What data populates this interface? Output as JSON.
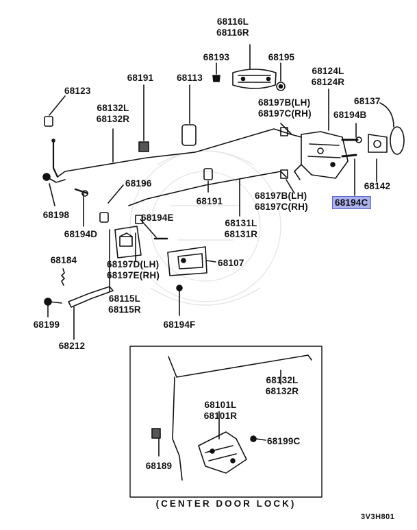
{
  "diagram": {
    "labels": {
      "p68116": "68116L\n68116R",
      "p68193": "68193",
      "p68195": "68195",
      "p68191a": "68191",
      "p68113": "68113",
      "p68124": "68124L\n68124R",
      "p68123": "68123",
      "p68137": "68137",
      "p68197bc_top": "68197B(LH)\n68197C(RH)",
      "p68194b": "68194B",
      "p68132_top": "68132L\n68132R",
      "p68142": "68142",
      "p68196": "68196",
      "p68194c": "68194C",
      "p68191b": "68191",
      "p68197bc_mid": "68197B(LH)\n68197C(RH)",
      "p68198": "68198",
      "p68194e": "68194E",
      "p68131": "68131L\n68131R",
      "p68194d": "68194D",
      "p68184": "68184",
      "p68197de": "68197D(LH)\n68197E(RH)",
      "p68107": "68107",
      "p68115": "68115L\n68115R",
      "p68199": "68199",
      "p68194f": "68194F",
      "p68212": "68212",
      "p68132_inset": "68132L\n68132R",
      "p68101": "68101L\n68101R",
      "p68199c": "68199C",
      "p68189": "68189"
    },
    "highlighted_part": "68194C",
    "highlight_color": "#aab1ee",
    "inset_caption": "(CENTER DOOR LOCK)",
    "diagram_code": "3V3H801"
  }
}
